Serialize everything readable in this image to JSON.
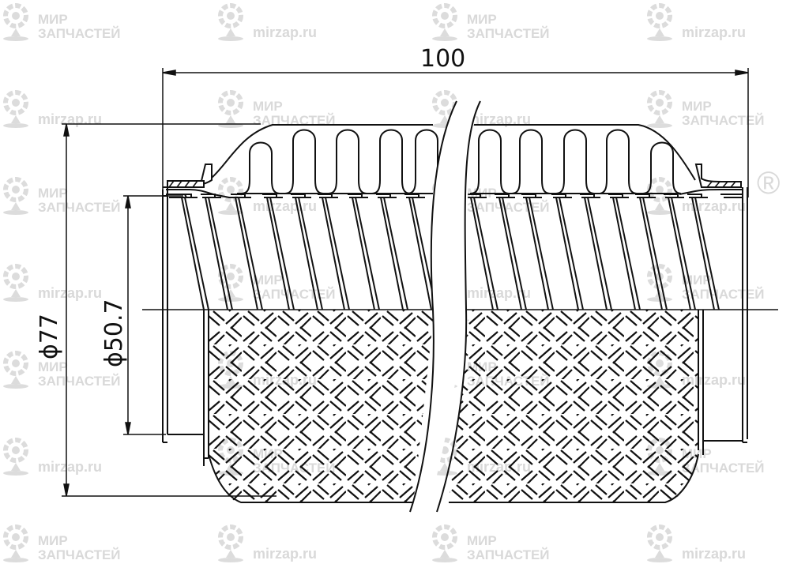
{
  "drawing": {
    "subject": "Flexible exhaust pipe coupling (bellows with inner interlock liner and outer wire braid)",
    "line_color": "#111111",
    "background": "#ffffff",
    "dimensions": {
      "length": {
        "label": "100",
        "value": 100
      },
      "outer_diameter": {
        "label": "ϕ77",
        "value": 77
      },
      "inner_diameter": {
        "label": "ϕ50.7",
        "value": 50.7
      }
    }
  },
  "watermarks": {
    "color": "#d9d9d9",
    "brand_line1": "МИР",
    "brand_line2": "ЗАПЧАСТЕЙ",
    "site": "mirzap.ru",
    "registered_mark": "®"
  }
}
